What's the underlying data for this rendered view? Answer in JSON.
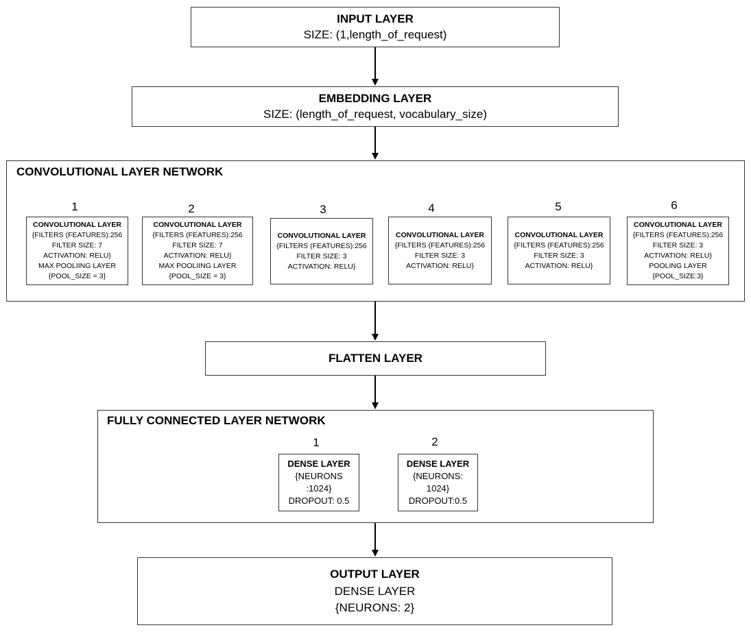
{
  "input_layer": {
    "title": "INPUT LAYER",
    "size": "SIZE: (1,length_of_request)"
  },
  "embedding_layer": {
    "title": "EMBEDDING LAYER",
    "size": "SIZE: (length_of_request, vocabulary_size)"
  },
  "conv_network": {
    "title": "CONVOLUTIONAL LAYER NETWORK",
    "layers": [
      {
        "number": "1",
        "lines": [
          "CONVOLUTIONAL LAYER",
          "{FILTERS (FEATURES):256",
          "FILTER SIZE: 7",
          "ACTIVATION: RELU}",
          "MAX POOLIING LAYER",
          "{POOL_SIZE = 3}"
        ]
      },
      {
        "number": "2",
        "lines": [
          "CONVOLUTIONAL LAYER",
          "{FILTERS (FEATURES):256",
          "FILTER SIZE: 7",
          "ACTIVATION: RELU}",
          "MAX POOLIING LAYER",
          "{POOL_SIZE = 3}"
        ]
      },
      {
        "number": "3",
        "lines": [
          "CONVOLUTIONAL LAYER",
          "{FILTERS (FEATURES):256",
          "FILTER SIZE: 3",
          "ACTIVATION: RELU}"
        ]
      },
      {
        "number": "4",
        "lines": [
          "CONVOLUTIONAL LAYER",
          "{FILTERS (FEATURES):256",
          "FILTER SIZE: 3",
          "ACTIVATION: RELU}"
        ]
      },
      {
        "number": "5",
        "lines": [
          "CONVOLUTIONAL LAYER",
          "{FILTERS (FEATURES):256",
          "FILTER SIZE: 3",
          "ACTIVATION: RELU}"
        ]
      },
      {
        "number": "6",
        "lines": [
          "CONVOLUTIONAL LAYER",
          "{FILTERS (FEATURES):256",
          "FILTER SIZE: 3",
          "ACTIVATION: RELU}",
          "POOLING LAYER",
          "{POOL_SIZE:3}"
        ]
      }
    ]
  },
  "flatten_layer": {
    "title": "FLATTEN LAYER"
  },
  "fc_network": {
    "title": "FULLY CONNECTED LAYER NETWORK",
    "layers": [
      {
        "number": "1",
        "lines": [
          "DENSE LAYER",
          "{NEURONS",
          ":1024}",
          "DROPOUT: 0.5"
        ]
      },
      {
        "number": "2",
        "lines": [
          "DENSE LAYER",
          "{NEURONS:",
          "1024}",
          "DROPOUT:0.5"
        ]
      }
    ]
  },
  "output_layer": {
    "title": "OUTPUT LAYER",
    "line1": "DENSE LAYER",
    "line2": "{NEURONS: 2}"
  }
}
